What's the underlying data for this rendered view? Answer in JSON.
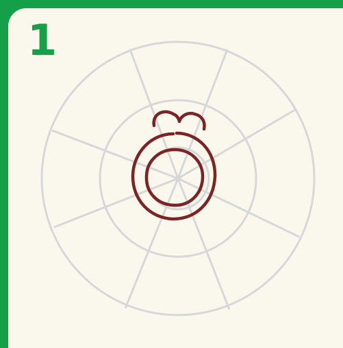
{
  "step": {
    "number": "1"
  },
  "colors": {
    "frame_green": "#14a049",
    "card_background": "#faf7ec",
    "step_number": "#17a047",
    "guide_lines": "#d7d7d7",
    "drawing_stroke": "#7b2426"
  },
  "drawing": {
    "guide_grid": "radial-guide-circles-with-spokes",
    "sketch": "ring-with-inner-circle-and-top-bow"
  }
}
